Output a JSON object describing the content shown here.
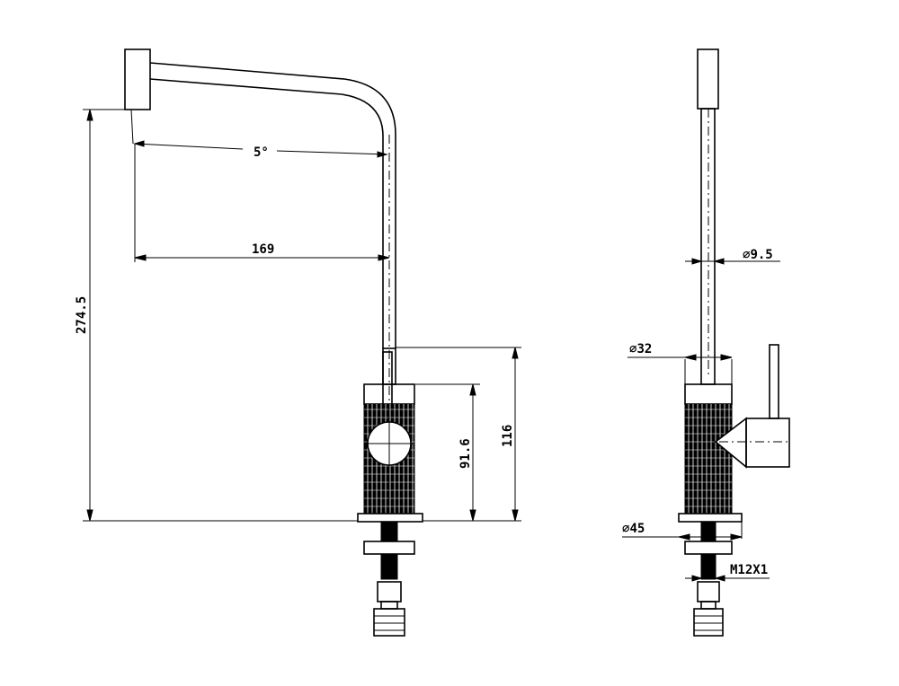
{
  "dimensions": {
    "angle": "5°",
    "reach": "169",
    "total_height": "274.5",
    "handle_height": "91.6",
    "body_height": "116",
    "spout_diameter": "9.5",
    "body_diameter": "32",
    "base_diameter": "45",
    "thread": "M12X1"
  },
  "symbols": {
    "diameter": "∅"
  }
}
